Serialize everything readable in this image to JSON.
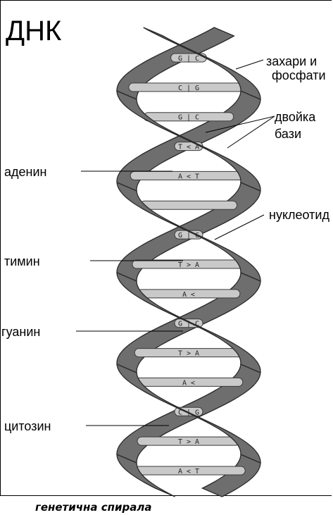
{
  "diagram": {
    "title": "ДНК",
    "labels": {
      "sugar_phosphate": [
        "захари и",
        "фосфати"
      ],
      "base_pair": [
        "двойка",
        "бази"
      ],
      "adenine": "аденин",
      "thymine": "тимин",
      "nucleotide": "нуклеотид",
      "guanine": "гуанин",
      "cytosine": "цитозин"
    },
    "base_pairs": [
      "G | C",
      "C | G",
      "G | C",
      "T < A",
      "A < T",
      "",
      "G | C",
      "T > A",
      "A <",
      "G | C",
      "T > A",
      "A <",
      "C | G",
      "T > A",
      "A < T"
    ],
    "colors": {
      "strand": "#6e6e6e",
      "strand_edge": "#2a2a2a",
      "rung": "#c9c9c9",
      "rung_edge": "#3a3a3a"
    }
  },
  "caption": "генетична спирала"
}
